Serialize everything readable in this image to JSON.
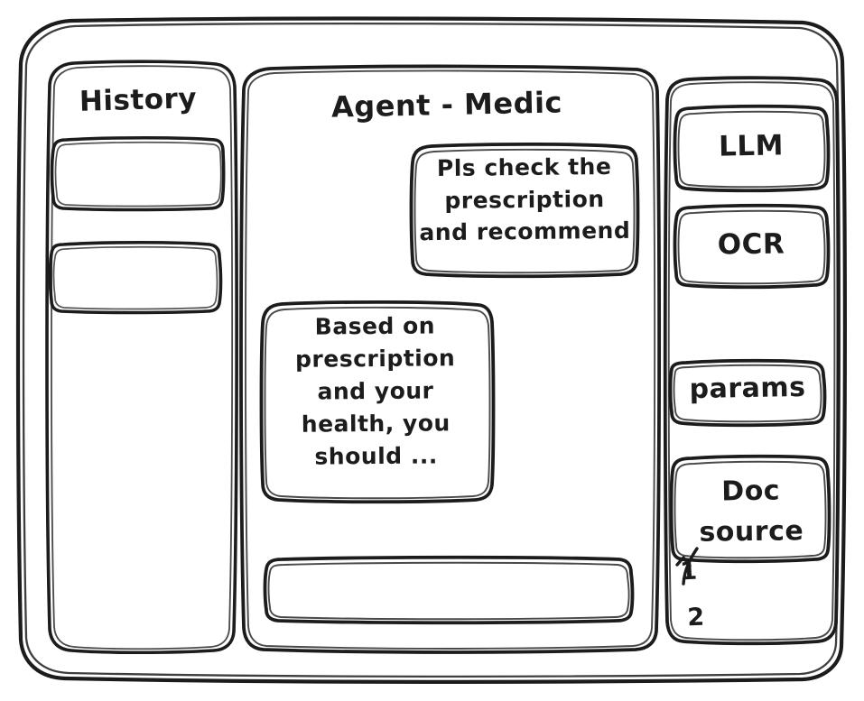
{
  "window": {
    "name": "wireframe-window"
  },
  "sidebar_left": {
    "title": "History",
    "items": [
      {
        "label": ""
      },
      {
        "label": ""
      }
    ]
  },
  "main": {
    "title": "Agent - Medic",
    "messages": [
      {
        "role": "user",
        "text": "Pls check the\nprescription\nand recommend"
      },
      {
        "role": "assistant",
        "text": "Based on\nprescription\nand your\nhealth, you\nshould ..."
      }
    ],
    "composer": {
      "value": "",
      "placeholder": ""
    }
  },
  "sidebar_right": {
    "tools": [
      {
        "label": "LLM"
      },
      {
        "label": "OCR"
      }
    ],
    "config": [
      {
        "label": "params"
      },
      {
        "label": "Doc\nsource"
      }
    ],
    "annotations": [
      {
        "label": "1"
      },
      {
        "label": "2"
      }
    ]
  },
  "style": {
    "ink": "#1c1c1c",
    "paper": "#ffffff"
  }
}
